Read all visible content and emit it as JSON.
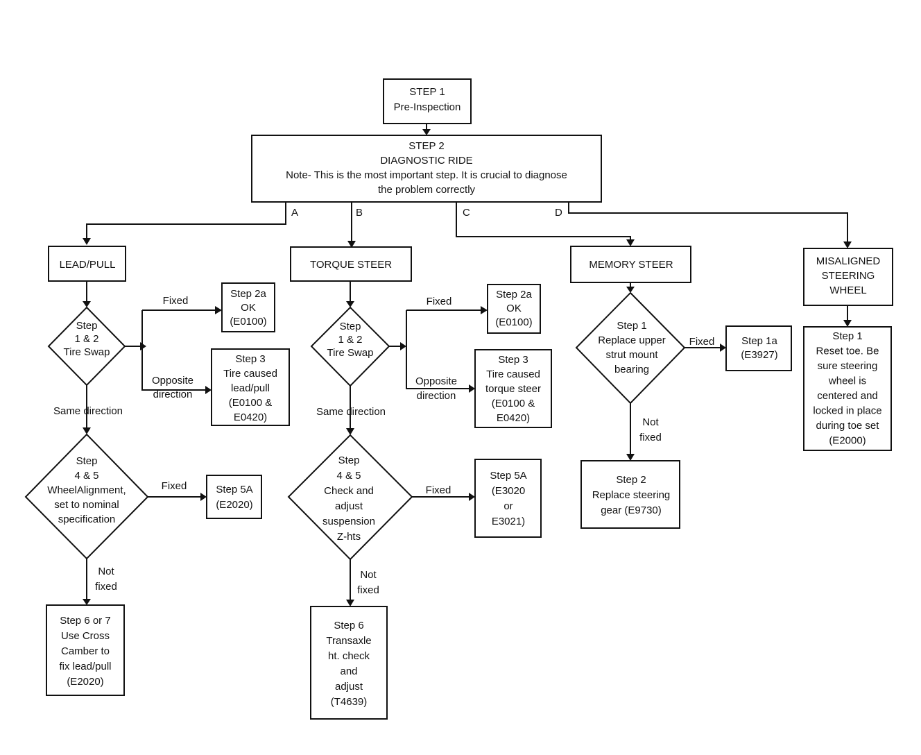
{
  "step1": [
    "STEP 1",
    "Pre-Inspection"
  ],
  "step2": [
    "STEP 2",
    "DIAGNOSTIC RIDE",
    "Note- This is the most important step. It is crucial to diagnose",
    "the problem correctly"
  ],
  "branches": {
    "a": "A",
    "b": "B",
    "c": "C",
    "d": "D"
  },
  "lead": {
    "title": [
      "LEAD/PULL"
    ],
    "swap": [
      "Step",
      "1 & 2",
      "Tire Swap"
    ],
    "fixed_label": "Fixed",
    "step2a": [
      "Step 2a",
      "OK",
      "(E0100)"
    ],
    "opposite_label": [
      "Opposite",
      "direction"
    ],
    "step3": [
      "Step 3",
      "Tire caused",
      "lead/pull",
      "(E0100 &",
      "E0420)"
    ],
    "same_label": "Same direction",
    "align": [
      "Step",
      "4 & 5",
      "WheelAlignment,",
      "set to nominal",
      "specification"
    ],
    "fixed2_label": "Fixed",
    "step5a": [
      "Step 5A",
      "(E2020)"
    ],
    "notfixed_label": [
      "Not",
      "fixed"
    ],
    "step67": [
      "Step 6 or 7",
      "Use Cross",
      "Camber to",
      "fix lead/pull",
      "(E2020)"
    ]
  },
  "torque": {
    "title": [
      "TORQUE STEER"
    ],
    "swap": [
      "Step",
      "1 & 2",
      "Tire Swap"
    ],
    "fixed_label": "Fixed",
    "step2a": [
      "Step 2a",
      "OK",
      "(E0100)"
    ],
    "opposite_label": [
      "Opposite",
      "direction"
    ],
    "step3": [
      "Step 3",
      "Tire caused",
      "torque steer",
      "(E0100 &",
      "E0420)"
    ],
    "same_label": "Same direction",
    "check": [
      "Step",
      "4 & 5",
      "Check and",
      "adjust",
      "suspension",
      "Z-hts"
    ],
    "fixed2_label": "Fixed",
    "step5a": [
      "Step 5A",
      "(E3020",
      "or",
      "E3021)"
    ],
    "notfixed_label": [
      "Not",
      "fixed"
    ],
    "step6": [
      "Step 6",
      "Transaxle",
      "ht. check",
      "and",
      "adjust",
      "(T4639)"
    ]
  },
  "memory": {
    "title": [
      "MEMORY STEER"
    ],
    "replace": [
      "Step 1",
      "Replace upper",
      "strut mount",
      "bearing"
    ],
    "fixed_label": "Fixed",
    "step1a": [
      "Step 1a",
      "(E3927)"
    ],
    "notfixed_label": [
      "Not",
      "fixed"
    ],
    "step2": [
      "Step 2",
      "Replace steering",
      "gear (E9730)"
    ]
  },
  "misaligned": {
    "title": [
      "MISALIGNED",
      "STEERING",
      "WHEEL"
    ],
    "step1": [
      "Step 1",
      "Reset toe. Be",
      "sure steering",
      "wheel is",
      "centered and",
      "locked in place",
      "during toe set",
      "(E2000)"
    ]
  }
}
